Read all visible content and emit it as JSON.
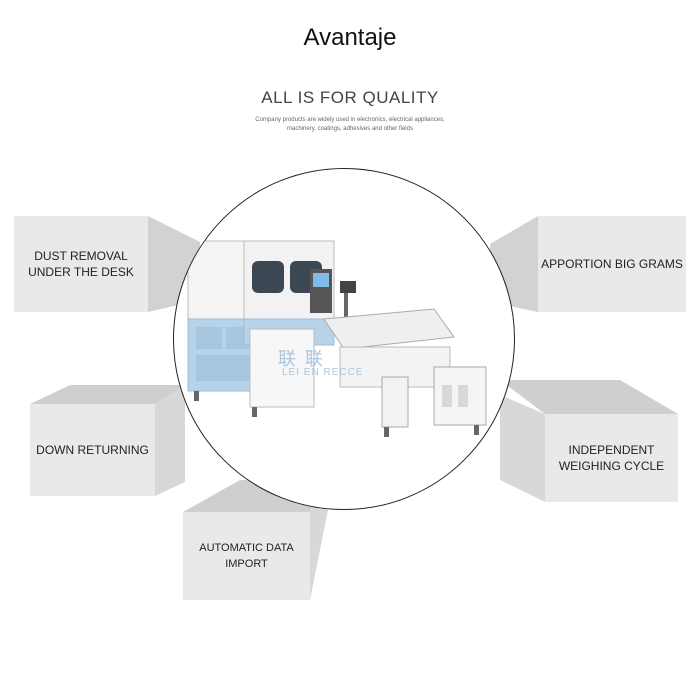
{
  "header": {
    "title": "Avantaje",
    "subtitle": "ALL IS FOR QUALITY",
    "description_line1": "Company products are widely used in electronics, electrical appliances,",
    "description_line2": "machinery, coatings, adhesives and other fields"
  },
  "features": {
    "dust_removal_line1": "DUST REMOVAL",
    "dust_removal_line2": "UNDER THE DESK",
    "apportion": "APPORTION   BIG GRAMS",
    "down_returning": "DOWN RETURNING",
    "independent_line1": "INDEPENDENT",
    "independent_line2": "WEIGHING CYCLE",
    "automatic_data_import": "AUTOMATIC DATA IMPORT"
  },
  "watermark": {
    "cn": "联    联",
    "en": "LEI  EN   RECCE"
  },
  "colors": {
    "machine_blue": "#b7d3ea",
    "box_fill": "#e9e9e9",
    "box_shadow": "#c9c9c9"
  }
}
